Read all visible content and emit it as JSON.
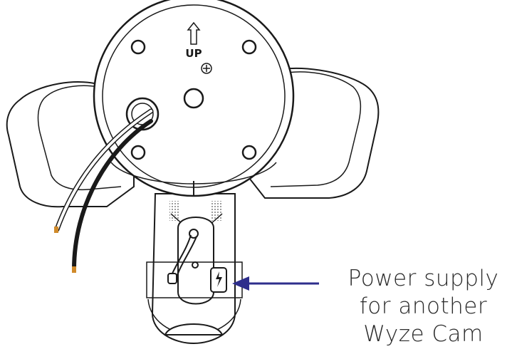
{
  "diagram": {
    "mount_label": "UP",
    "callout": {
      "line1": "Power supply",
      "line2": "for another",
      "line3": "Wyze Cam"
    },
    "colors": {
      "outline": "#1a1a1a",
      "arrow": "#2e2e8c",
      "wire_tip": "#d08a2a",
      "background": "#ffffff"
    }
  }
}
